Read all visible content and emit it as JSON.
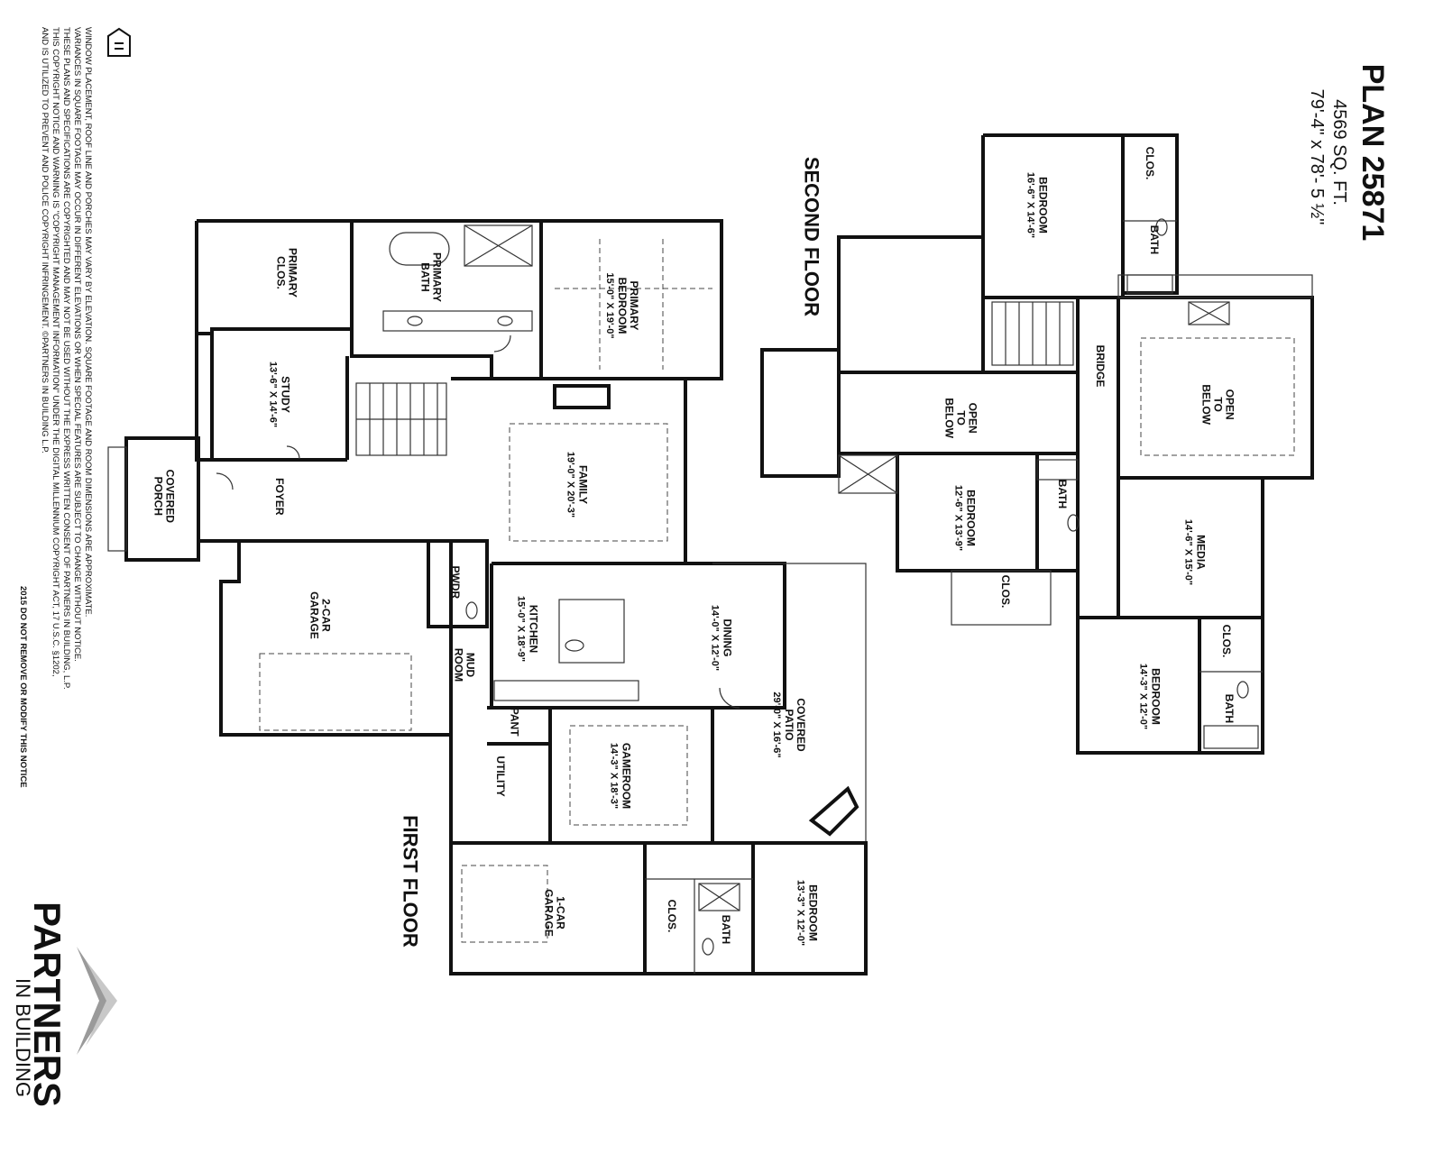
{
  "title": {
    "plan": "PLAN 25871",
    "sqft": "4569 SQ. FT.",
    "dimensions": "79'-4\" x 78'- 5 ½\""
  },
  "floors": {
    "first": "FIRST FLOOR",
    "second": "SECOND FLOOR"
  },
  "first_floor_rooms": {
    "primary_closet": [
      "PRIMARY",
      "CLOS."
    ],
    "primary_bath": [
      "PRIMARY",
      "BATH"
    ],
    "primary_bedroom": [
      "PRIMARY",
      "BEDROOM",
      "15'-0\" X 19'-0\""
    ],
    "study": [
      "STUDY",
      "13'-6\" X 14'-6\""
    ],
    "covered_porch": [
      "COVERED",
      "PORCH"
    ],
    "foyer": [
      "FOYER"
    ],
    "family": [
      "FAMILY",
      "19'-0\" X 20'-3\""
    ],
    "two_car_garage": [
      "2-CAR",
      "GARAGE"
    ],
    "powder": [
      "PWDR"
    ],
    "mud_room": [
      "MUD",
      "ROOM"
    ],
    "kitchen": [
      "KITCHEN",
      "15'-0\" X 18'-9\""
    ],
    "dining": [
      "DINING",
      "14'-0\" X 12'-0\""
    ],
    "pantry": [
      "PANT"
    ],
    "gameroom": [
      "GAMEROOM",
      "14'-3\" X 18'-3\""
    ],
    "covered_patio": [
      "COVERED",
      "PATIO",
      "29'-0\" X 16'-6\""
    ],
    "utility": [
      "UTILITY"
    ],
    "one_car_garage": [
      "1-CAR",
      "GARAGE"
    ],
    "closet": [
      "CLOS."
    ],
    "bath": [
      "BATH"
    ],
    "bedroom": [
      "BEDROOM",
      "13'-3\" X 12'-0\""
    ]
  },
  "second_floor_rooms": {
    "bedroom_a": [
      "BEDROOM",
      "16'-6\" X 14'-6\""
    ],
    "closet_a": [
      "CLOS."
    ],
    "bath_a": [
      "BATH"
    ],
    "bridge": [
      "BRIDGE"
    ],
    "open_to_below_a": [
      "OPEN",
      "TO",
      "BELOW"
    ],
    "open_to_below_b": [
      "OPEN",
      "TO",
      "BELOW"
    ],
    "bedroom_b": [
      "BEDROOM",
      "12'-6\" X 13'-9\""
    ],
    "bath_b": [
      "BATH"
    ],
    "closet_b": [
      "CLOS."
    ],
    "media": [
      "MEDIA",
      "14'-6\" X 15'-0\""
    ],
    "bedroom_c": [
      "BEDROOM",
      "14'-3\" X 12'-0\""
    ],
    "closet_c": [
      "CLOS."
    ],
    "bath_c": [
      "BATH"
    ]
  },
  "notice": [
    "WINDOW PLACEMENT, ROOF LINE AND PORCHES MAY VARY BY ELEVATION. SQUARE FOOTAGE AND ROOM DIMENSIONS ARE APPROXIMATE.",
    "VARIANCES IN SQUARE FOOTAGE MAY OCCUR IN DIFFERENT ELEVATIONS OR WHEN SPECIAL FEATURES ARE SUBJECT TO CHANGE WITHOUT NOTICE.",
    "THESE PLANS AND SPECIFICATIONS ARE COPYRIGHTED AND MAY NOT BE USED WITHOUT THE EXPRESS WRITTEN CONSENT OF PARTNERS IN BUILDING, L.P.",
    "THIS COPYRIGHT NOTICE AND WARNING IS \"COPYRIGHT MANAGEMENT INFORMATION\" UNDER THE DIGITAL MILLENNIUM COPYRIGHT ACT, 17 U.S.C. §1202,",
    "AND IS UTILIZED TO PREVENT AND POLICE COPYRIGHT INFRINGEMENT. ©PARTNERS IN BUILDING L.P.",
    "2015  DO NOT REMOVE OR MODIFY THIS NOTICE"
  ],
  "logo": {
    "name": "PARTNERS",
    "tagline": "IN BUILDING"
  },
  "colors": {
    "ink": "#111111",
    "logo_gray": "#9a9a9a",
    "background": "#ffffff"
  }
}
